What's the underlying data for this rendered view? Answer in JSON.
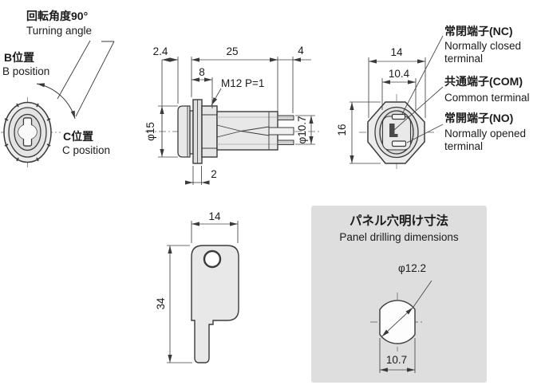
{
  "front_view": {
    "turning_angle_jp": "回転角度90°",
    "turning_angle_en": "Turning angle",
    "b_jp": "B位置",
    "b_en": "B position",
    "c_jp": "C位置",
    "c_en": "C position"
  },
  "side_view": {
    "d24": "2.4",
    "d25": "25",
    "d4": "4",
    "d8": "8",
    "thread": "M12 P=1",
    "dia15": "φ15",
    "dia107": "φ10.7",
    "d2": "2"
  },
  "rear_view": {
    "d14": "14",
    "d104": "10.4",
    "d16": "16",
    "nc_jp": "常閉端子(NC)",
    "nc_en1": "Normally closed",
    "nc_en2": "terminal",
    "com_jp": "共通端子(COM)",
    "com_en": "Common terminal",
    "no_jp": "常開端子(NO)",
    "no_en1": "Normally opened",
    "no_en2": "terminal"
  },
  "key_view": {
    "w": "14",
    "h": "34"
  },
  "panel": {
    "title_jp": "パネル穴明け寸法",
    "title_en": "Panel drilling dimensions",
    "dia": "φ12.2",
    "d107": "10.7"
  },
  "colors": {
    "line": "#3a3a3a",
    "metal_fill": "#e8e8e8",
    "panel_bg": "#dedede",
    "background": "#ffffff"
  }
}
